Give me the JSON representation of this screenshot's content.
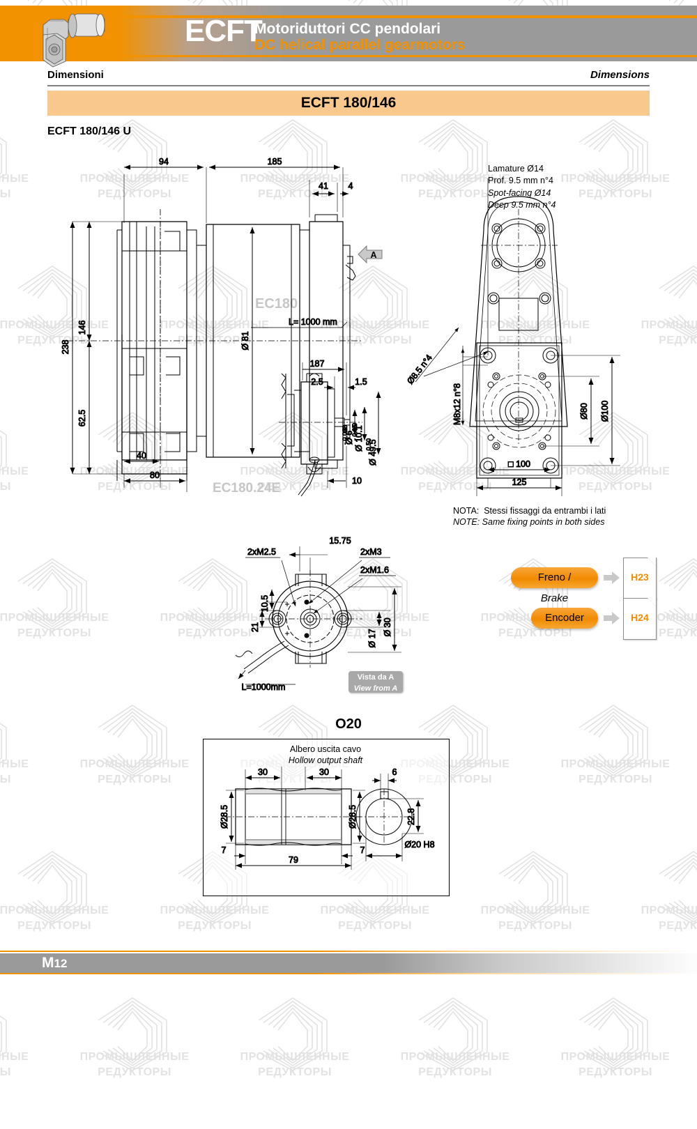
{
  "header": {
    "brand": "ECFT",
    "title_it": "Motoriduttori CC pendolari",
    "title_en": "DC helical parallel gearmotors",
    "product_icon": "gearmotor-3d-image"
  },
  "section": {
    "label_it": "Dimensioni",
    "label_en": "Dimensions",
    "model_band": "ECFT 180/146",
    "variant": "ECFT 180/146 U"
  },
  "main_view": {
    "ghost_motor": "EC180",
    "cable_len": "L= 1000 mm",
    "view_marker": "A",
    "dims": {
      "d94": "94",
      "d185": "185",
      "d41": "41",
      "d4": "4",
      "d81": "Ø 81",
      "d238": "238",
      "d146": "146",
      "d62_5": "62.5",
      "d40": "40",
      "d80": "80"
    }
  },
  "encoder_view": {
    "ghost_label": "EC180.24E",
    "dims": {
      "d187": "187",
      "d2_5": "2.5",
      "d1_5": "1.5",
      "d6": "Ø 6",
      "d6_tol_up": "0",
      "d6_tol_lo": "- 0.008",
      "d10_1": "Ø 10.1",
      "d10_tol_up": "0",
      "d10_tol_lo": "- 0.05",
      "d49_5": "Ø 49.5",
      "d49_tol_up": "0",
      "d49_tol_lo": "- 0.5",
      "d10": "10"
    }
  },
  "flange_view": {
    "callout_it_1": "Lamature Ø14",
    "callout_it_2": "Prof. 9.5 mm n°4",
    "callout_en_1": "Spot-facing Ø14",
    "callout_en_2": "Deep 9.5 mm n°4",
    "hole_callout": "Ø8.5 n°4",
    "thread_callout": "M8x12 n°8",
    "dims": {
      "d80": "Ø80",
      "d100": "Ø100",
      "sq100": "□ 100",
      "d125": "125"
    },
    "note_it": "NOTA:  Stessi fissaggi da entrambi i lati",
    "note_en": "NOTE: Same fixing points in both sides"
  },
  "view_from_a": {
    "badge_it": "Vista da A",
    "badge_en": "View from A",
    "cable_len": "L=1000mm",
    "callouts": {
      "m2_5": "2xM2.5",
      "m3": "2xM3",
      "m1_6": "2xM1.6"
    },
    "dims": {
      "d15_75": "15.75",
      "d10_5": "10.5",
      "d21": "21",
      "d17": "Ø 17",
      "d30": "Ø 30"
    }
  },
  "options": [
    {
      "label": "Freno / ",
      "label_em": "Brake",
      "page": "H23",
      "icon": "page-ref-icon"
    },
    {
      "label": "Encoder",
      "label_em": "",
      "page": "H24",
      "icon": "page-ref-icon"
    }
  ],
  "shaft_section": {
    "title": "O20",
    "caption_it": "Albero uscita cavo",
    "caption_en": "Hollow output shaft",
    "dims": {
      "d30a": "30",
      "d30b": "30",
      "d28_5a": "Ø28.5",
      "d28_5b": "Ø28.5",
      "d7a": "7",
      "d7b": "7",
      "d79": "79",
      "d6": "6",
      "d22_8": "22.8",
      "d20h8": "Ø20 H8"
    }
  },
  "footer": {
    "page_letter": "M",
    "page_number": "12"
  },
  "colors": {
    "orange": "#f39200",
    "orange_light": "#f8c88c",
    "grey": "#9a9a9a",
    "watermark": "#e2e2e2"
  },
  "watermark": {
    "line1": "ПРОМЫШЛЕННЫЕ",
    "line2": "РЕДУКТОРЫ"
  }
}
